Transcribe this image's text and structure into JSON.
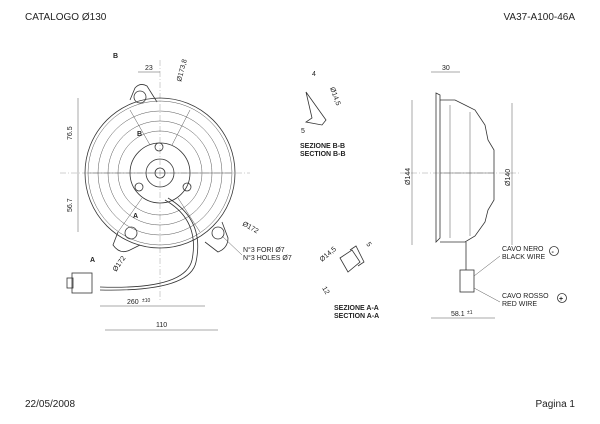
{
  "header": {
    "catalog": "CATALOGO Ø130",
    "code": "VA37-A100-46A"
  },
  "footer": {
    "date": "22/05/2008",
    "page": "Pagina 1"
  },
  "front_view": {
    "section_b": "B",
    "section_a": "A",
    "dim_23": "23",
    "dim_d1738": "Ø173,8",
    "dim_765": "76.5",
    "dim_567": "56.7",
    "dim_d172_right": "Ø172",
    "dim_d172_left": "Ø172",
    "holes_it": "N°3 FORI Ø7",
    "holes_en": "N°3 HOLES Ø7",
    "dim_260": "260",
    "dim_260_tol": "±10",
    "dim_110": "110"
  },
  "section_bb": {
    "dim_4": "4",
    "dim_d145": "Ø14,5",
    "dim_5": "5",
    "label_it": "SEZIONE B-B",
    "label_en": "SECTION B-B"
  },
  "section_aa": {
    "dim_d145": "Ø14,5",
    "dim_5": "5",
    "dim_12": "12",
    "label_it": "SEZIONE A-A",
    "label_en": "SECTION A-A"
  },
  "side_view": {
    "dim_30": "30",
    "dim_d144": "Ø144",
    "dim_d140": "Ø140",
    "dim_581": "58.1",
    "dim_581_tol": "±1",
    "black_wire_it": "CAVO NERO",
    "black_wire_en": "BLACK WIRE",
    "black_symbol": "-",
    "red_wire_it": "CAVO ROSSO",
    "red_wire_en": "RED WIRE",
    "red_symbol": "+"
  }
}
